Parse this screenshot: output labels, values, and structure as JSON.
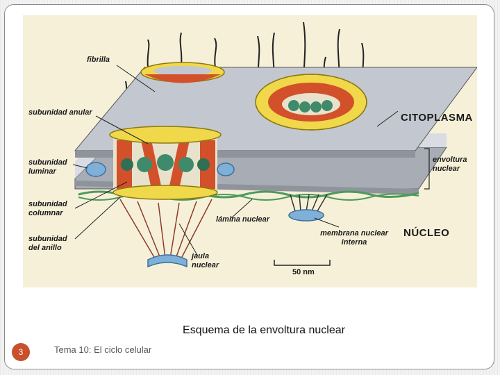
{
  "slide": {
    "caption_prefix": "Esquema de la ",
    "caption_emphasis": "envoltura nuclear",
    "footer": "Tema 10: El ciclo celular",
    "slide_number": "3"
  },
  "diagram": {
    "labels": {
      "fibrilla": "fibrilla",
      "subunidad_anular": "subunidad anular",
      "subunidad_luminar": "subunidad luminar",
      "subunidad_columnar": "subunidad columnar",
      "subunidad_anillo": "subunidad del anillo",
      "lamina_nuclear": "lámina nuclear",
      "membrana_interna": "membrana nuclear interna",
      "jaula_nuclear": "jaula nuclear",
      "envoltura_nuclear": "envoltura nuclear",
      "citoplasma": "CITOPLASMA",
      "nucleo": "NÚCLEO",
      "scale": "50 nm"
    },
    "colors": {
      "membrane": "#b8bcc4",
      "ring": "#f0d84a",
      "column": "#d2502a",
      "central": "#3f8a6a",
      "lumen": "#7fb0d8",
      "lamina": "#4e9a5c",
      "background": "#f6f0d9"
    }
  }
}
